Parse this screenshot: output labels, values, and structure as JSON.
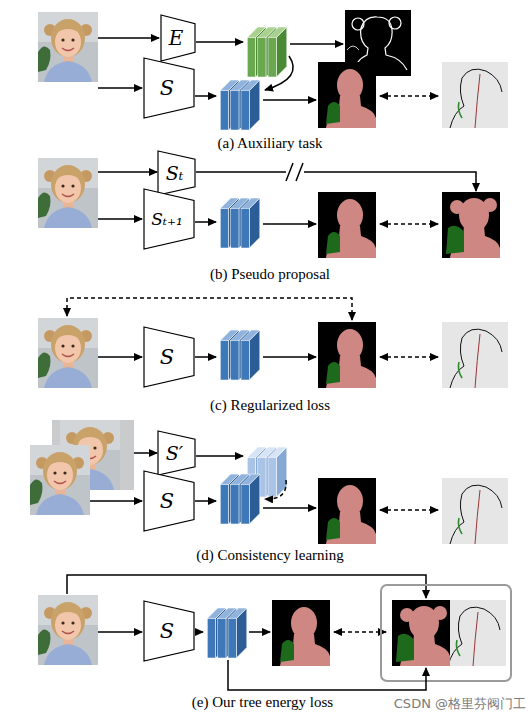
{
  "diagram": {
    "nodes": [
      {
        "text": [
          "E"
        ]
      },
      {
        "text": [
          "S"
        ]
      },
      {
        "text": [
          "Sₜ"
        ]
      },
      {
        "text": [
          "Sₜ₊₁"
        ]
      },
      {
        "text": [
          "S"
        ]
      },
      {
        "text": [
          "S′"
        ]
      },
      {
        "text": [
          "S"
        ]
      },
      {
        "text": [
          "S"
        ]
      }
    ],
    "labels": [
      "(a) Auxiliary task",
      "(b) Pseudo proposal",
      "(c) Regularized loss",
      "(d) Consistency learning",
      "(e) Our tree energy loss",
      "CSDN @格里芬阀门工"
    ]
  }
}
